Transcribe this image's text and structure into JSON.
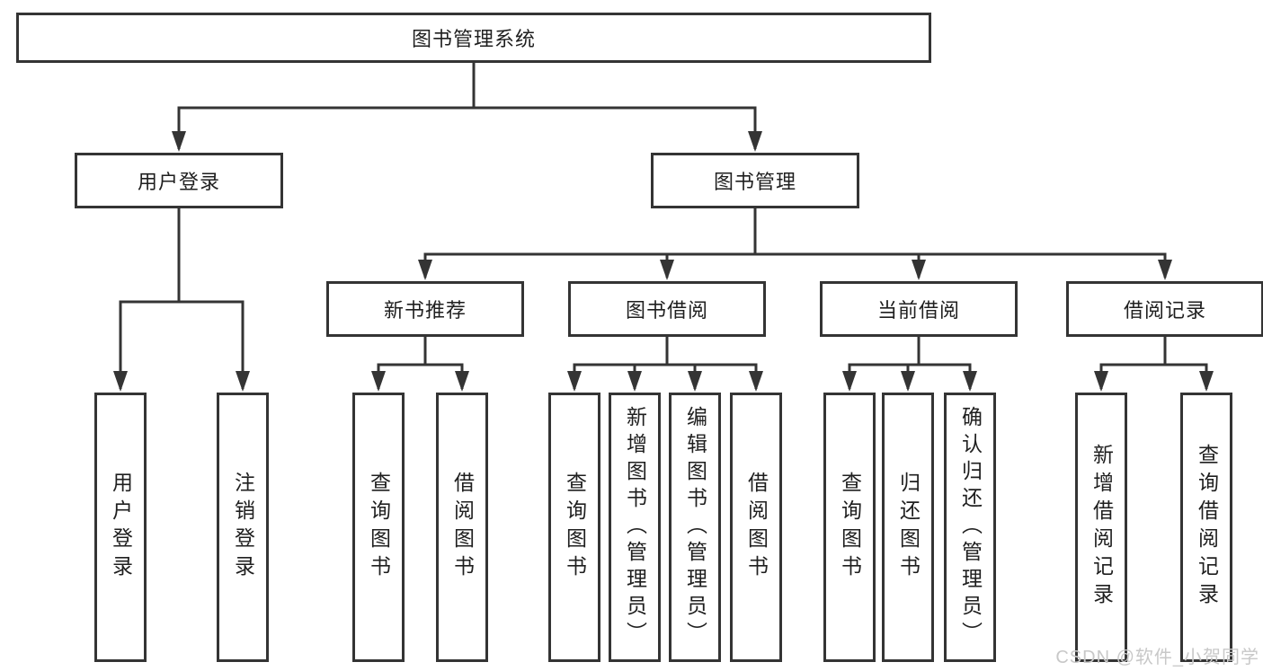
{
  "tree": {
    "root_label": "图书管理系统",
    "children": [
      {
        "label": "用户登录",
        "leaves": [
          {
            "label": "用户登录"
          },
          {
            "label": "注销登录"
          }
        ]
      },
      {
        "label": "图书管理",
        "children": [
          {
            "label": "新书推荐",
            "leaves": [
              {
                "label": "查询图书"
              },
              {
                "label": "借阅图书"
              }
            ]
          },
          {
            "label": "图书借阅",
            "leaves": [
              {
                "label": "查询图书"
              },
              {
                "label": "新增图书（管理员）"
              },
              {
                "label": "编辑图书（管理员）"
              },
              {
                "label": "借阅图书"
              }
            ]
          },
          {
            "label": "当前借阅",
            "leaves": [
              {
                "label": "查询图书"
              },
              {
                "label": "归还图书"
              },
              {
                "label": "确认归还（管理员）"
              }
            ]
          },
          {
            "label": "借阅记录",
            "leaves": [
              {
                "label": "新增借阅记录"
              },
              {
                "label": "查询借阅记录"
              }
            ]
          }
        ]
      }
    ]
  },
  "watermark": "CSDN @软件_小贺同学",
  "colors": {
    "line": "#343434",
    "text": "#1f1f1f",
    "background": "#ffffff",
    "watermark": "#c8c8c8"
  }
}
